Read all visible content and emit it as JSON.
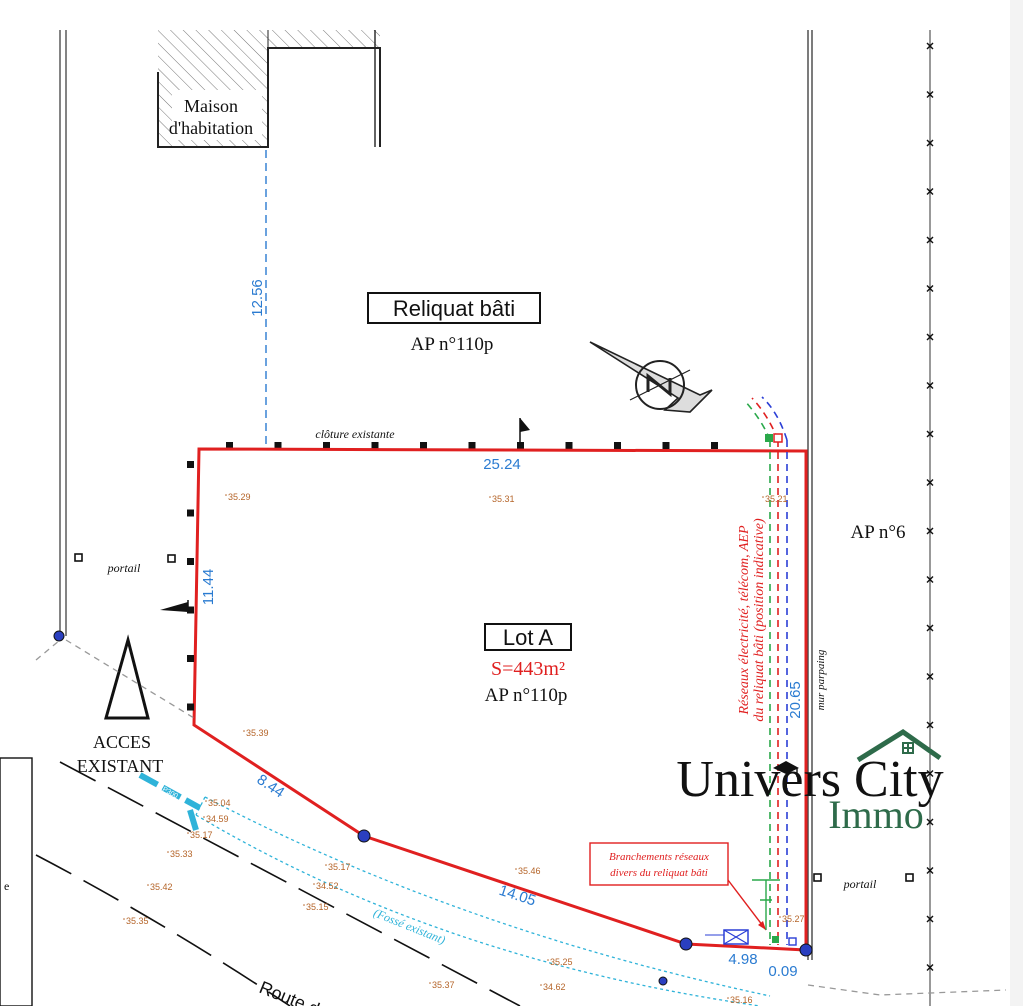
{
  "labels": {
    "maison_line1": "Maison",
    "maison_line2": "d'habitation",
    "reliquat_title": "Reliquat bâti",
    "reliquat_parcel": "AP n°110p",
    "cloture": "clôture existante",
    "portail_left": "portail",
    "portail_right": "portail",
    "ap6": "AP n°6",
    "lot_title": "Lot A",
    "lot_surface": "S=443m²",
    "lot_parcel": "AP n°110p",
    "acces_line1": "ACCES",
    "acces_line2": "EXISTANT",
    "reseaux_line1": "Réseaux électricité, télécom, AEP",
    "reseaux_line2": "du reliquat bâti (position indicative)",
    "mur": "mur parpaing",
    "branchements_line1": "Branchements réseaux",
    "branchements_line2": "divers du reliquat bâti",
    "fosse": "(Fossé existant)",
    "route": "Route d",
    "ep": "EP300",
    "edge_letter": "e"
  },
  "dimensions": {
    "d1256": "12.56",
    "d2524": "25.24",
    "d1144": "11.44",
    "d844": "8.44",
    "d1405": "14.05",
    "d498": "4.98",
    "d009": "0.09",
    "d2065": "20.65"
  },
  "elevations": [
    "35.29",
    "35.31",
    "35.21",
    "35.39",
    "35.04",
    "34.59",
    "35.17",
    "35.33",
    "35.42",
    "35.35",
    "35.17",
    "34.52",
    "35.15",
    "35.46",
    "35.25",
    "35.37",
    "34.62",
    "35.16",
    "35.27"
  ],
  "logo": {
    "line1": "Univers City",
    "line2": "Immo"
  },
  "colors": {
    "boundary": "#e02020",
    "dimension": "#2a7bd1",
    "elevation": "#b5652a",
    "ditch": "#2fb3d9",
    "logo_green": "#2e6b4a"
  }
}
